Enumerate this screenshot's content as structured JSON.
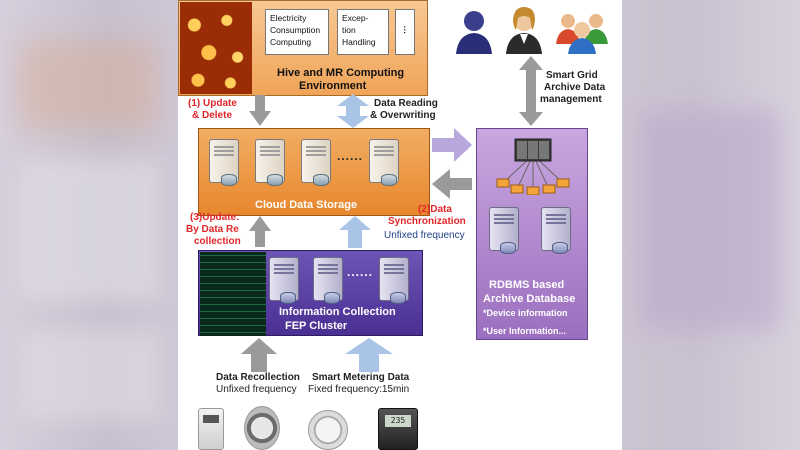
{
  "hive": {
    "box1": [
      "Electricity",
      "Consumption",
      "Computing"
    ],
    "box2": [
      "Excep-",
      "tion",
      "Handling"
    ],
    "box3_dots": "···",
    "title_line1": "Hive and MR Computing",
    "title_line2": "Environment"
  },
  "labels": {
    "update_delete_1": "(1) Update",
    "update_delete_2": "& Delete",
    "reading_1": "Data Reading",
    "reading_2": "& Overwriting",
    "smart_grid_1": "Smart Grid",
    "smart_grid_2": "Archive Data",
    "smart_grid_3": "management",
    "cloud_title": "Cloud  Data Storage",
    "update_3_1": "(3)Update:",
    "update_3_2": "By Data Re",
    "update_3_3": "collection",
    "sync_1": "(2)Data",
    "sync_2": "Synchronization",
    "sync_3": "Unfixed frequency",
    "fep_title_1": "Information Collection",
    "fep_title_2": "FEP Cluster",
    "rdbms_1": "RDBMS based",
    "rdbms_2": "Archive Database",
    "rdbms_3": "*Device information",
    "rdbms_4": "*User Information...",
    "recollection_1": "Data Recollection",
    "recollection_2": "Unfixed frequency",
    "metering_1": "Smart Metering Data",
    "metering_2": "Fixed frequency:15min",
    "server_dots": "......",
    "meter_display": "235"
  },
  "colors": {
    "red": "#e0262a",
    "blue": "#1f3f87",
    "arrow_gray": "#9a9a9a",
    "arrow_blue": "#a9c4e6",
    "arrow_purple": "#b8a7dc"
  }
}
